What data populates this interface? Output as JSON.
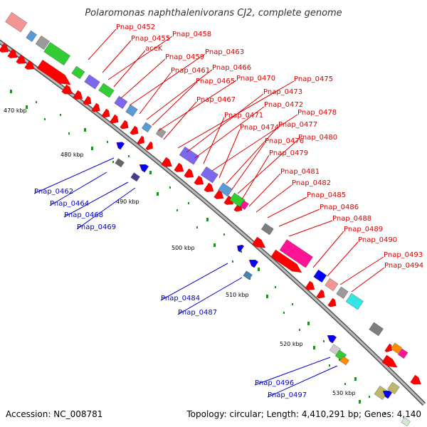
{
  "title": "Polaromonas naphthalenivorans CJ2, complete genome",
  "footer": {
    "accession": "Accession: NC_008781",
    "summary": "Topology: circular; Length: 4,410,291 bp; Genes: 4,140"
  },
  "colors": {
    "backbone": "#888888",
    "tick": "#2a8a2a",
    "forward_label": "#dd0000",
    "reverse_label": "#0000cc",
    "gene_red": "#ff0000",
    "gene_blue": "#0000ff"
  },
  "kbp_labels": [
    "470 kbp",
    "480 kbp",
    "490 kbp",
    "500 kbp",
    "510 kbp",
    "520 kbp",
    "530 kbp"
  ],
  "forward_labels": [
    "Pnap_0452",
    "Pnap_0455",
    "Pnap_0458",
    "aceK",
    "Pnap_0459",
    "Pnap_0463",
    "Pnap_0461",
    "Pnap_0466",
    "Pnap_0465",
    "Pnap_0470",
    "Pnap_0467",
    "Pnap_0475",
    "Pnap_0473",
    "Pnap_0472",
    "Pnap_0471",
    "Pnap_0478",
    "Pnap_0474",
    "Pnap_0477",
    "Pnap_0476",
    "Pnap_0480",
    "Pnap_0479",
    "Pnap_0481",
    "Pnap_0482",
    "Pnap_0485",
    "Pnap_0486",
    "Pnap_0488",
    "Pnap_0489",
    "Pnap_0490",
    "Pnap_0493",
    "Pnap_0494"
  ],
  "reverse_labels": [
    "Pnap_0462",
    "Pnap_0464",
    "Pnap_0468",
    "Pnap_0469",
    "Pnap_0484",
    "Pnap_0487",
    "Pnap_0496",
    "Pnap_0497"
  ]
}
